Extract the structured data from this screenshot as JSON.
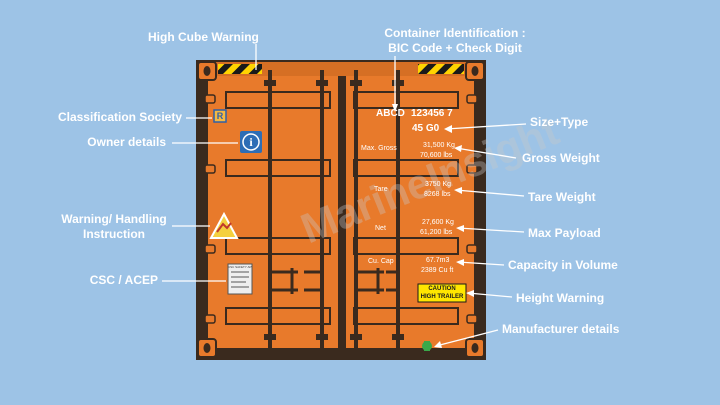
{
  "callouts": {
    "high_cube": "High Cube Warning",
    "container_id_line1": "Container Identification :",
    "container_id_line2": "BIC Code + Check Digit",
    "classification": "Classification Society",
    "owner": "Owner details",
    "warning_line1": "Warning/ Handling",
    "warning_line2": "Instruction",
    "csc": "CSC / ACEP",
    "size_type": "Size+Type",
    "gross_weight": "Gross Weight",
    "tare_weight": "Tare Weight",
    "max_payload": "Max Payload",
    "capacity": "Capacity in Volume",
    "height_warning": "Height Warning",
    "manufacturer": "Manufacturer details"
  },
  "markings": {
    "owner_code": "ABCD",
    "serial": "123456 7",
    "size_type": "45 G0",
    "gross_label": "Max. Gross",
    "gross_kg": "31,500 Kg",
    "gross_lbs": "70,600 lbs",
    "tare_label": "Tare",
    "tare_kg": "3750 Kg",
    "tare_lbs": "8268 lbs",
    "net_label": "Net",
    "net_kg": "27,600 Kg",
    "net_lbs": "61,200 lbs",
    "cap_label": "Cu. Cap",
    "cap_m3": "67.7m3",
    "cap_cuft": "2389 Cu ft",
    "caution_line1": "CAUTION",
    "caution_line2": "HIGH TRAILER",
    "classification_symbol": "R",
    "owner_symbol": "i",
    "csc_plate_title": "CSC SAFETY APPROVAL"
  },
  "colors": {
    "background": "#9dc3e6",
    "container_orange": "#e87a2b",
    "container_dark": "#3a2a1e",
    "caution_yellow": "#ffe600",
    "callout_text": "#ffffff",
    "manufacturer_green": "#3aa84a"
  },
  "icons": {
    "classification": "classification-society-icon",
    "owner": "owner-info-icon",
    "warning": "warning-triangle-icon",
    "csc": "csc-plate-icon",
    "manufacturer": "manufacturer-mark-icon"
  }
}
